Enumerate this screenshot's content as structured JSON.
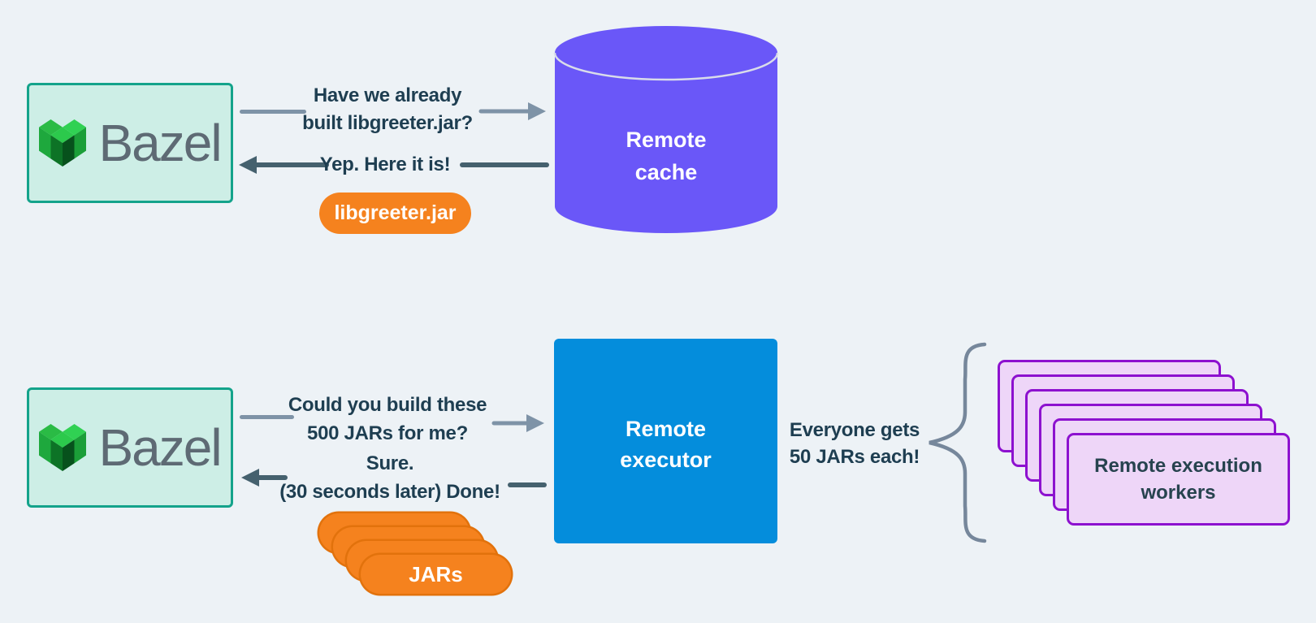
{
  "colors": {
    "background": "#edf2f6",
    "bazel_box_fill": "#cdeee6",
    "bazel_box_border": "#14a38b",
    "bazel_text": "#5e6a74",
    "message_text": "#1e3e51",
    "request_arrow": "#7e93a7",
    "reply_arrow": "#45616e",
    "artifact_orange": "#f5821e",
    "cache_purple": "#6a57f8",
    "executor_blue": "#048ddc",
    "worker_fill": "#eed6f8",
    "worker_border": "#8d11cf",
    "brace_gray": "#76879b"
  },
  "top_flow": {
    "bazel_label": "Bazel",
    "request_line1": "Have we already",
    "request_line2": "built libgreeter.jar?",
    "reply_text": "Yep. Here it is!",
    "artifact_label": "libgreeter.jar",
    "cache_line1": "Remote",
    "cache_line2": "cache"
  },
  "bottom_flow": {
    "bazel_label": "Bazel",
    "request_line1": "Could you build these",
    "request_line2": "500 JARs for me?",
    "reply_line1": "Sure.",
    "reply_line2": "(30 seconds later) Done!",
    "jars_label": "JARs",
    "jars_stack_count": 4,
    "executor_line1": "Remote",
    "executor_line2": "executor",
    "distribution_line1": "Everyone gets",
    "distribution_line2": "50 JARs each!",
    "workers_line1": "Remote execution",
    "workers_line2": "workers",
    "workers_stack_count": 6
  }
}
